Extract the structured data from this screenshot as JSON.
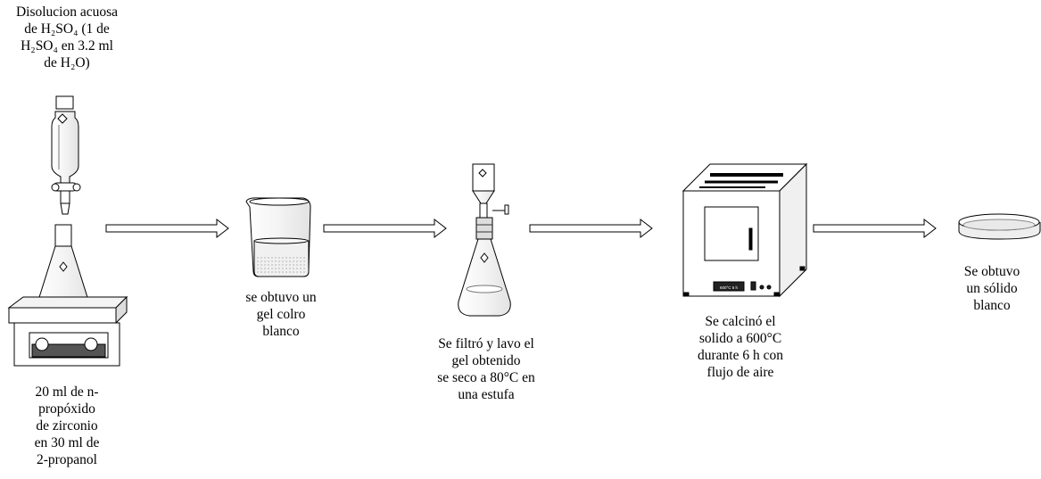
{
  "acid_label": {
    "line1": "Disolucion acuosa",
    "line2": "de H₂SO₄ (1 de",
    "line3": "H₂SO₄ en 3.2 ml",
    "line4": "de H₂O)"
  },
  "steps": [
    {
      "lines": [
        "20 ml de n-",
        "propóxido",
        "de zirconio",
        "en 30 ml de",
        "2-propanol"
      ]
    },
    {
      "lines": [
        "se obtuvo un",
        "gel colro",
        "blanco"
      ]
    },
    {
      "lines": [
        "Se filtró y lavo el",
        "gel obtenido",
        "se seco a 80°C en",
        "una estufa"
      ]
    },
    {
      "lines": [
        "Se calcinó el",
        "solido a 600°C",
        "durante 6 h con",
        "flujo de aire"
      ]
    },
    {
      "lines": [
        "Se obtuvo",
        "un sólido",
        "blanco"
      ]
    }
  ],
  "oven_display": "600°C 6 h"
}
